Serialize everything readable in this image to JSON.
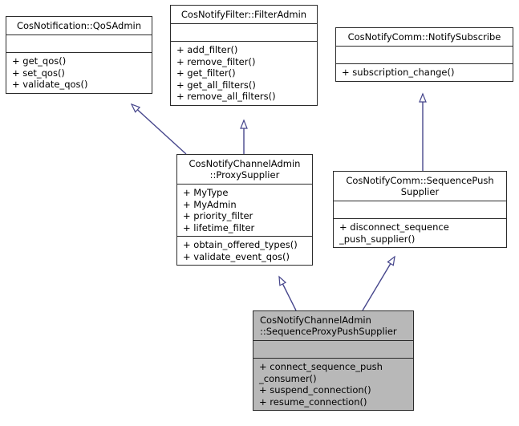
{
  "diagram": {
    "type": "uml-class-diagram",
    "title": "CosNotifyChannelAdmin::SequenceProxyPushSupplier inheritance diagram",
    "edge_color": "#46468c",
    "highlight_fill": "#b8b8b8",
    "box_fill": "#ffffff",
    "border_color": "#2b2b2b",
    "background": "#ffffff"
  },
  "classes": [
    {
      "id": "qos_admin",
      "name": "CosNotification::QoSAdmin",
      "attributes": [],
      "operations": [
        "+ get_qos()",
        "+ set_qos()",
        "+ validate_qos()"
      ],
      "highlight": false
    },
    {
      "id": "filter_admin",
      "name": "CosNotifyFilter::FilterAdmin",
      "attributes": [],
      "operations": [
        "+ add_filter()",
        "+ remove_filter()",
        "+ get_filter()",
        "+ get_all_filters()",
        "+ remove_all_filters()"
      ],
      "highlight": false
    },
    {
      "id": "notify_subscribe",
      "name": "CosNotifyComm::NotifySubscribe",
      "attributes": [],
      "operations": [
        "+ subscription_change()"
      ],
      "highlight": false
    },
    {
      "id": "proxy_supplier",
      "name": "CosNotifyChannelAdmin\n::ProxySupplier",
      "attributes": [
        "+ MyType",
        "+ MyAdmin",
        "+ priority_filter",
        "+ lifetime_filter"
      ],
      "operations": [
        "+ obtain_offered_types()",
        "+ validate_event_qos()"
      ],
      "highlight": false
    },
    {
      "id": "sequence_push_supplier",
      "name": "CosNotifyComm::SequencePush\nSupplier",
      "attributes": [],
      "operations": [
        "+ disconnect_sequence",
        "_push_supplier()"
      ],
      "highlight": false
    },
    {
      "id": "sequence_proxy_push_supplier",
      "name": "CosNotifyChannelAdmin\n::SequenceProxyPushSupplier",
      "attributes": [],
      "operations": [
        "+ connect_sequence_push",
        "_consumer()",
        "+ suspend_connection()",
        "+ resume_connection()"
      ],
      "highlight": true
    }
  ],
  "relations": [
    {
      "id": "rel-1",
      "kind": "generalization",
      "from": "proxy_supplier",
      "to": "qos_admin"
    },
    {
      "id": "rel-2",
      "kind": "generalization",
      "from": "proxy_supplier",
      "to": "filter_admin"
    },
    {
      "id": "rel-3",
      "kind": "generalization",
      "from": "sequence_push_supplier",
      "to": "notify_subscribe"
    },
    {
      "id": "rel-4",
      "kind": "generalization",
      "from": "sequence_proxy_push_supplier",
      "to": "proxy_supplier"
    },
    {
      "id": "rel-5",
      "kind": "generalization",
      "from": "sequence_proxy_push_supplier",
      "to": "sequence_push_supplier"
    }
  ]
}
